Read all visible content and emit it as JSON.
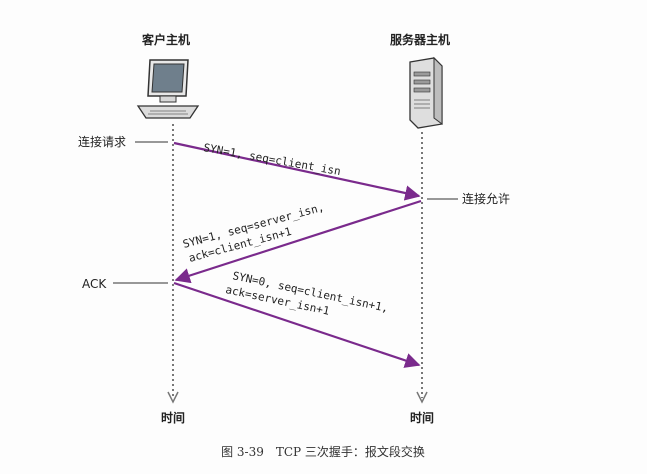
{
  "client": {
    "label": "客户主机"
  },
  "server": {
    "label": "服务器主机"
  },
  "events": {
    "conn_request": "连接请求",
    "conn_granted": "连接允许",
    "ack": "ACK"
  },
  "segments": {
    "syn": [
      "SYN=1, seq=client_isn"
    ],
    "synack": [
      "SYN=1, seq=server_isn,",
      "ack=client_isn+1"
    ],
    "ack": [
      "SYN=0, seq=client_isn+1,",
      "ack=server_isn+1"
    ]
  },
  "time_label": "时间",
  "caption": "图 3-39　TCP 三次握手：报文段交换",
  "colors": {
    "arrow": "#7a2a8c",
    "timeline": "#777777"
  }
}
